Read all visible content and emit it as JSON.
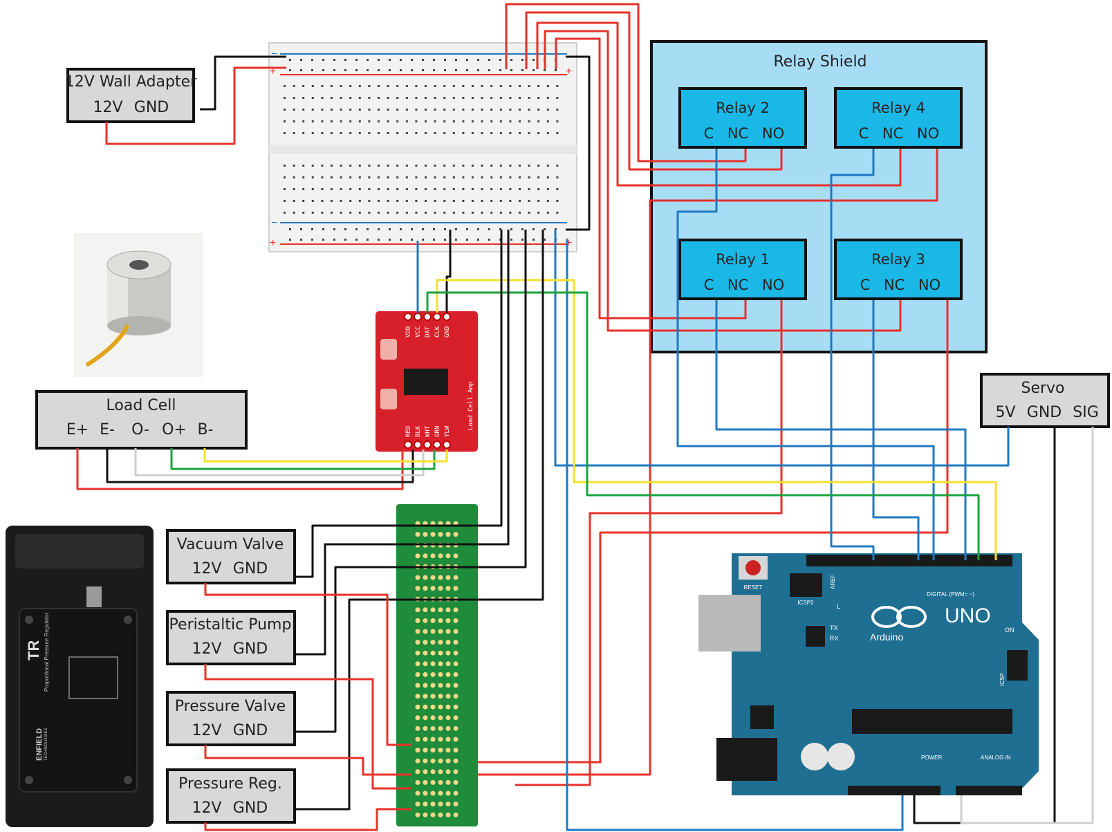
{
  "wall_adapter": {
    "title": "12V Wall Adapter",
    "pin_12v": "12V",
    "pin_gnd": "GND"
  },
  "relay_shield": {
    "title": "Relay Shield",
    "relays": [
      {
        "name": "Relay 2",
        "pins": [
          "C",
          "NC",
          "NO"
        ]
      },
      {
        "name": "Relay 4",
        "pins": [
          "C",
          "NC",
          "NO"
        ]
      },
      {
        "name": "Relay 1",
        "pins": [
          "C",
          "NC",
          "NO"
        ]
      },
      {
        "name": "Relay 3",
        "pins": [
          "C",
          "NC",
          "NO"
        ]
      }
    ]
  },
  "servo": {
    "title": "Servo",
    "pins": [
      "5V",
      "GND",
      "SIG"
    ]
  },
  "load_cell": {
    "title": "Load Cell",
    "pins": [
      "E+",
      "E-",
      "O-",
      "O+",
      "B-"
    ]
  },
  "hx711": {
    "name": "Load Cell Amp",
    "top_pins": [
      "VDD",
      "VCC",
      "DAT",
      "CLK",
      "GND"
    ],
    "bottom_pins": [
      "RED",
      "BLK",
      "WHT",
      "GRN",
      "YLW"
    ]
  },
  "devices": [
    {
      "title": "Vacuum Valve",
      "pin_12v": "12V",
      "pin_gnd": "GND"
    },
    {
      "title": "Peristaltic Pump",
      "pin_12v": "12V",
      "pin_gnd": "GND"
    },
    {
      "title": "Pressure Valve",
      "pin_12v": "12V",
      "pin_gnd": "GND"
    },
    {
      "title": "Pressure Reg.",
      "pin_12v": "12V",
      "pin_gnd": "GND"
    }
  ],
  "arduino": {
    "brand": "Arduino",
    "model": "UNO",
    "reset": "RESET",
    "icsp2": "ICSP2",
    "icsp": "ICSP",
    "aref": "AREF",
    "digital": "DIGITAL (PWM= ~)",
    "tx": "TX",
    "rx": "RX",
    "l": "L",
    "on": "ON",
    "power": "POWER",
    "analog": "ANALOG IN"
  },
  "regulator": {
    "brand": "ENFIELD",
    "brand2": "TECHNOLOGIES",
    "model": "TR",
    "desc": "Proportional Pressure Regulator"
  },
  "colors": {
    "red": "#e8302a",
    "black": "#111111",
    "blue": "#1f78c1",
    "yellow": "#f5e02a",
    "green": "#1aa33c",
    "gray": "#cfcfcf",
    "relay_shield_bg": "#a7dcf5",
    "relay_bg": "#1ab8e6",
    "box_bg": "#d8d8d8",
    "arduino": "#1f6f92",
    "hx711": "#d8202a",
    "protoboard": "#1e8c3a"
  }
}
